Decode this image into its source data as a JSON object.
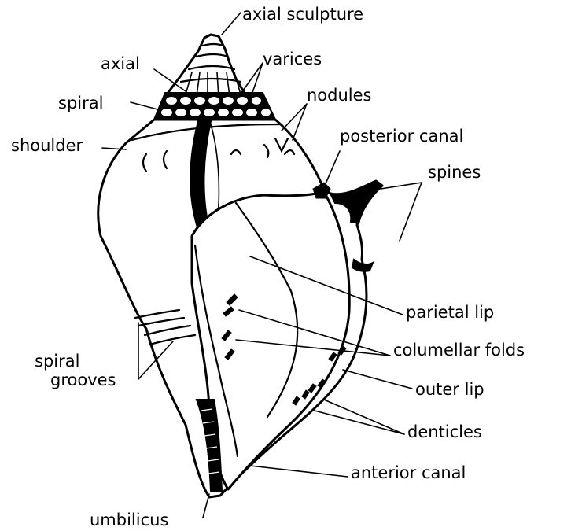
{
  "labels": {
    "axial_sculpture": "axial sculpture",
    "axial": "axial",
    "varices": "varices",
    "spiral": "spiral",
    "nodules": "nodules",
    "shoulder": "shoulder",
    "posterior_canal": "posterior canal",
    "spines": "spines",
    "parietal_lip": "parietal lip",
    "columellar_folds": "columellar folds",
    "spiral_grooves_line1": "spiral",
    "spiral_grooves_line2": "grooves",
    "outer_lip": "outer lip",
    "denticles": "denticles",
    "anterior_canal": "anterior canal",
    "umbilicus": "umbilicus"
  }
}
